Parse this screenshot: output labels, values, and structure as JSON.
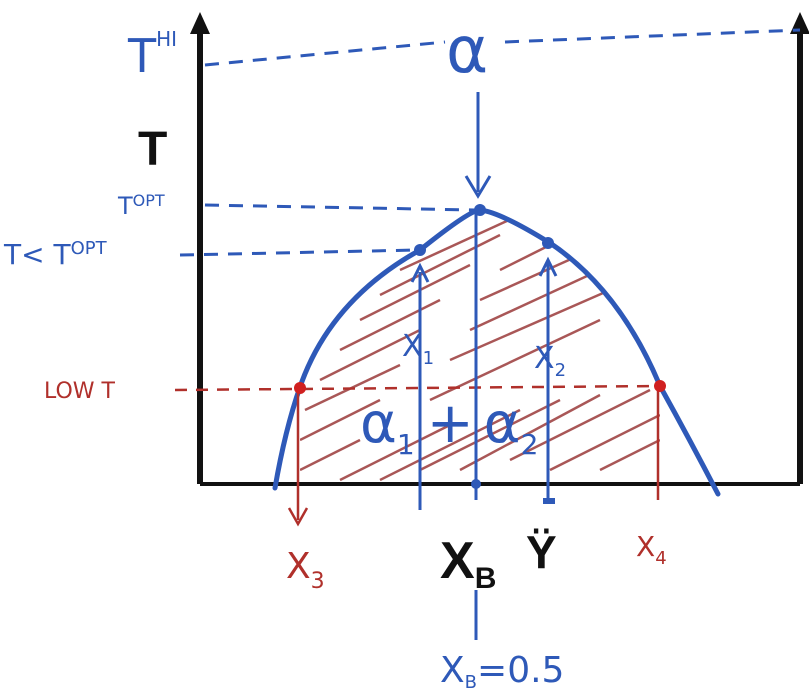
{
  "colors": {
    "axis": "#111111",
    "curve": "#2e59b8",
    "annotation_blue": "#2e59b8",
    "annotation_red": "#b0302b",
    "hatch": "#9b3a3a"
  },
  "labels": {
    "t_hi_base": "T",
    "t_hi_sup": "HI",
    "t_axis": "T",
    "t_opt_base": "T",
    "t_opt_sup": "OPT",
    "t_less_base": "T< T",
    "t_less_sup": "OPT",
    "low_t": "LOW T",
    "alpha": "α",
    "x1": "X",
    "x1_sub": "1",
    "x2": "X",
    "x2_sub": "2",
    "x3": "X",
    "x3_sub": "3",
    "x4": "X",
    "x4_sub": "4",
    "alpha_sum_left": "α",
    "alpha_sum_left_sub": "1",
    "alpha_sum_plus": "+",
    "alpha_sum_right": "α",
    "alpha_sum_right_sub": "2",
    "xb": "X",
    "xb_sub": "B",
    "y_label": "Ÿ",
    "xb_value": "X",
    "xb_value_sub": "B",
    "xb_value_eq": "=0.5"
  }
}
